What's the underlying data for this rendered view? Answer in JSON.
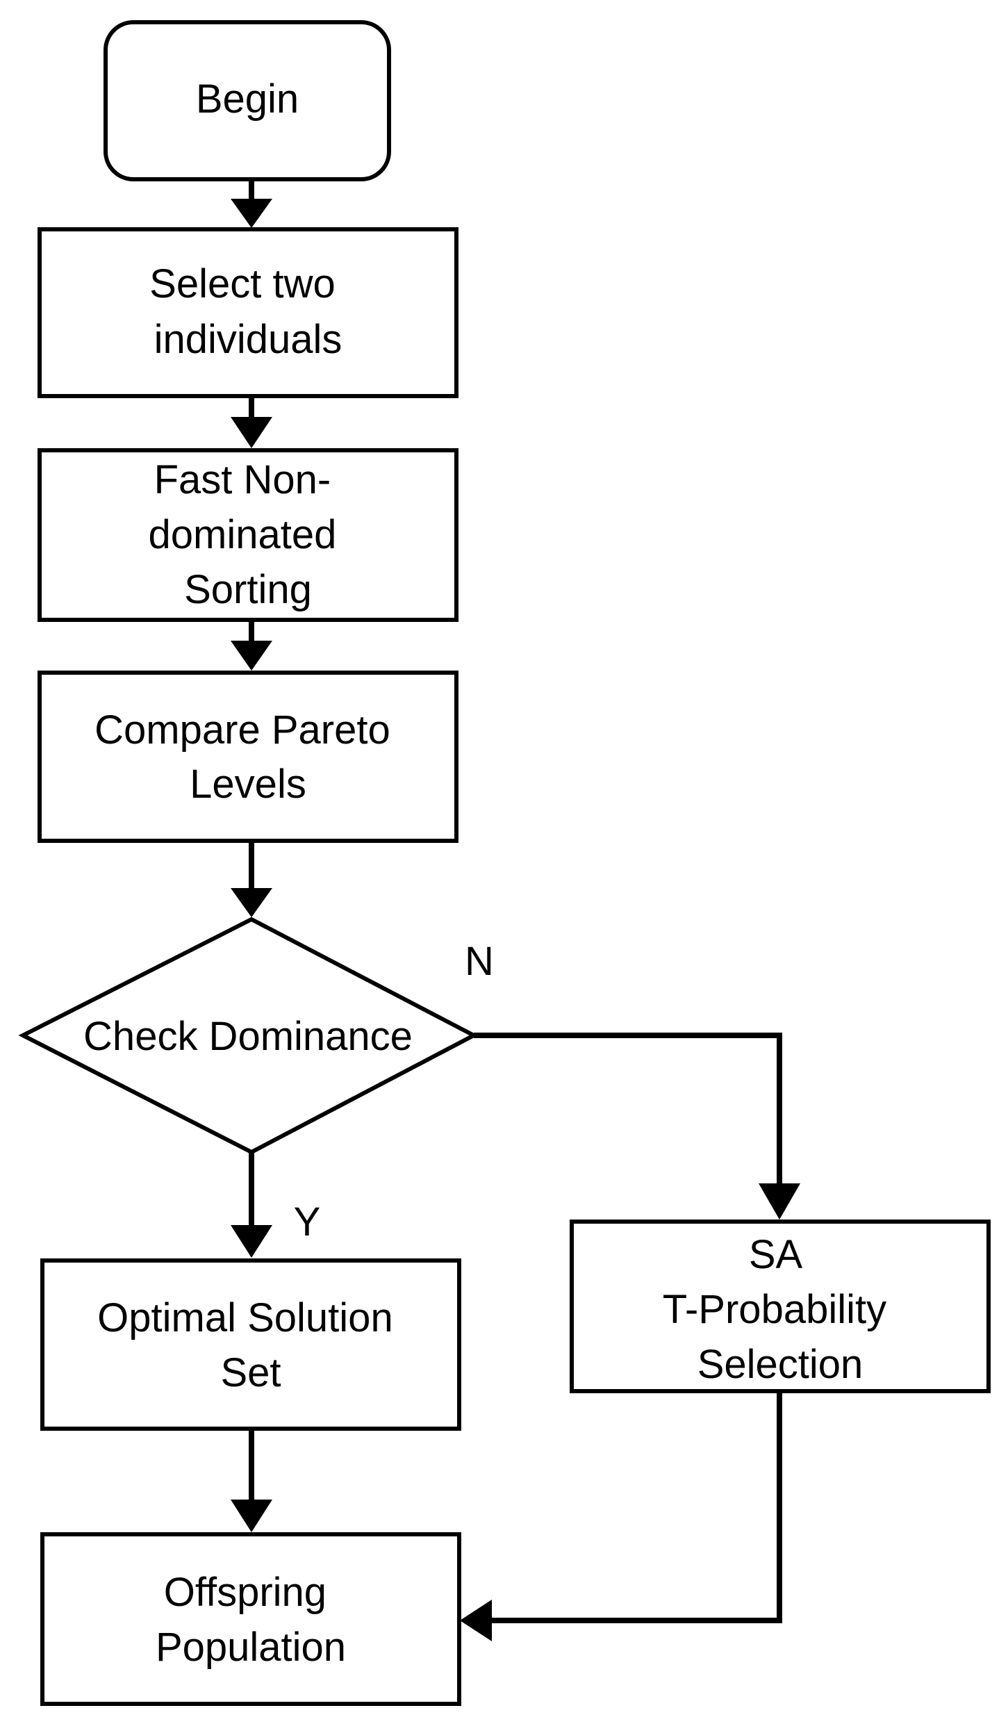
{
  "nodes": {
    "begin": {
      "lines": [
        "Begin"
      ]
    },
    "select": {
      "lines": [
        "Select two",
        "individuals"
      ]
    },
    "sorting": {
      "lines": [
        "Fast Non-",
        "dominated",
        "Sorting"
      ]
    },
    "compare": {
      "lines": [
        "Compare Pareto",
        "Levels"
      ]
    },
    "check": {
      "lines": [
        "Check Dominance"
      ]
    },
    "sa": {
      "lines": [
        "SA",
        "T-Probability",
        "Selection"
      ]
    },
    "optimal": {
      "lines": [
        "Optimal Solution",
        "Set"
      ]
    },
    "offspring": {
      "lines": [
        "Offspring",
        "Population"
      ]
    }
  },
  "edge_labels": {
    "no": "N",
    "yes": "Y"
  }
}
